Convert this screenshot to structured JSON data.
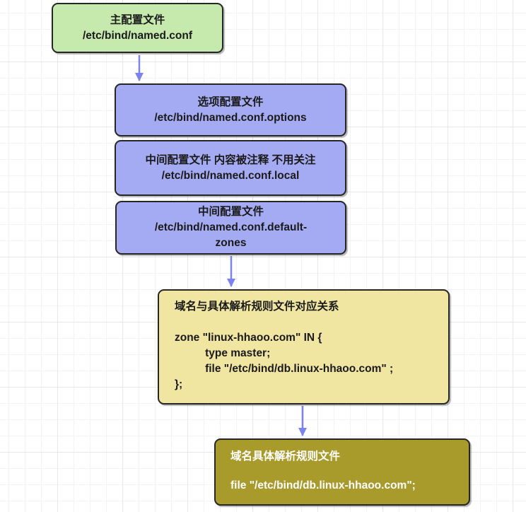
{
  "colors": {
    "grid_line": "#ededed",
    "node_border": "#262626",
    "arrow": "#7b83f0",
    "green_fill": "#c6e9ae",
    "purple_fill": "#a5abf2",
    "yellow_fill": "#f0e5a1",
    "olive_fill": "#a89a2b",
    "text_dark": "#1a1a1a",
    "text_light": "#ffffff"
  },
  "nodes": {
    "main_conf": {
      "title": "主配置文件",
      "path": "/etc/bind/named.conf"
    },
    "options_conf": {
      "title": "选项配置文件",
      "path": "/etc/bind/named.conf.options"
    },
    "local_conf": {
      "title": "中间配置文件 内容被注释 不用关注",
      "path": "/etc/bind/named.conf.local"
    },
    "default_zones_conf": {
      "title": "中间配置文件",
      "path_line1": "/etc/bind/named.conf.default-",
      "path_line2": "zones"
    },
    "zone_mapping": {
      "title": "域名与具体解析规则文件对应关系",
      "code_line1": "zone \"linux-hhaoo.com\" IN {",
      "code_line2": "\ttype master;",
      "code_line3": "\tfile \"/etc/bind/db.linux-hhaoo.com\" ;",
      "code_line4": "};"
    },
    "zone_file": {
      "title": "域名具体解析规则文件",
      "code_line1": "file \"/etc/bind/db.linux-hhaoo.com\";"
    }
  }
}
